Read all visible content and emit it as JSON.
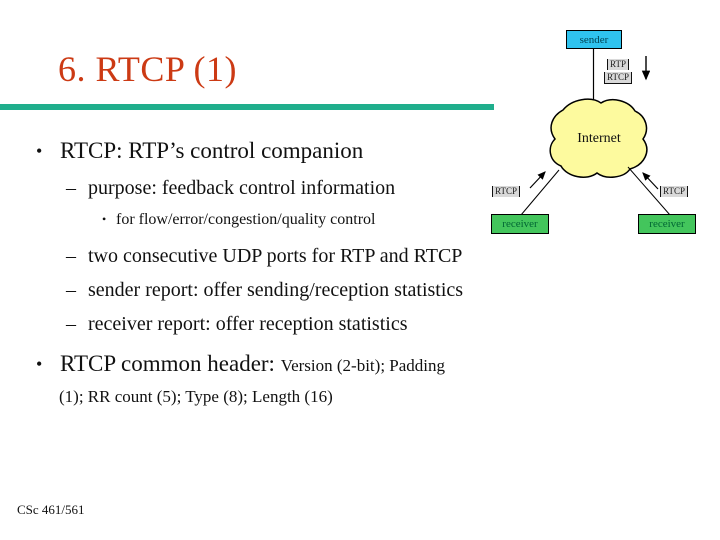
{
  "slide": {
    "title": "6. RTCP (1)",
    "footer": "CSc 461/561",
    "title_color": "#cc3a14",
    "accent_color": "#1fae8c"
  },
  "markers": {
    "bullet": "•",
    "dash": "–"
  },
  "bullets": {
    "l1_1": "RTCP: RTP’s control companion",
    "l2_1": "purpose: feedback control information",
    "l3_1": "for flow/error/congestion/quality control",
    "l2_2": "two consecutive UDP ports for RTP and RTCP",
    "l2_3": "sender report: offer sending/reception statistics",
    "l2_4": "receiver report: offer reception statistics",
    "l1_2_big": "RTCP common header: ",
    "l1_2_small": "Version (2-bit); Padding",
    "l1_2_line2": "(1); RR count (5); Type (8); Length (16)"
  },
  "diagram": {
    "sender_label": "sender",
    "receiver_left_label": "receiver",
    "receiver_right_label": "receiver",
    "internet_label": "Internet",
    "rtp_tag": "RTP",
    "rtcp_tag": "RTCP",
    "rtcp_left_tag": "RTCP",
    "rtcp_right_tag": "RTCP",
    "sender_color": "#2fc3ef",
    "receiver_color": "#43c55c",
    "cloud_color": "#fdfa9e"
  }
}
